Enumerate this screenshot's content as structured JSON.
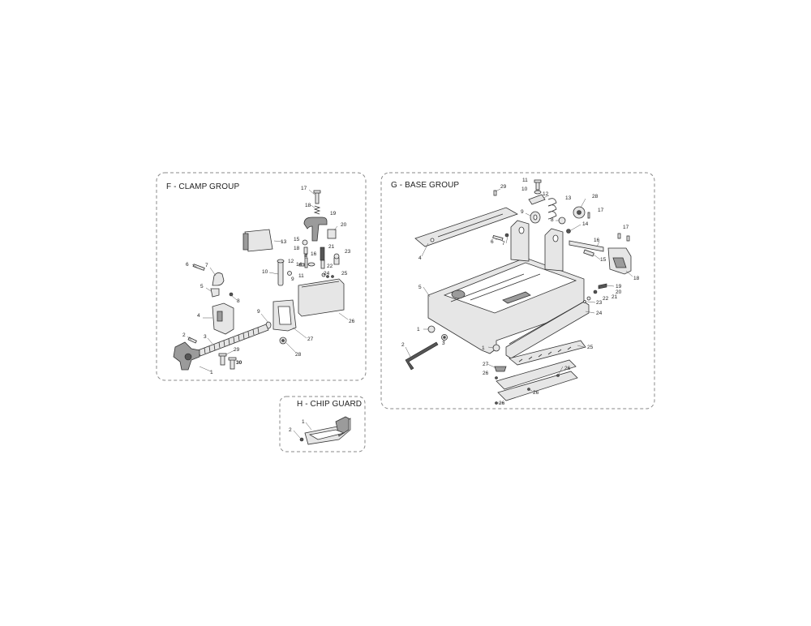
{
  "groups": {
    "f": {
      "title": "F - CLAMP GROUP",
      "parts": [
        "17",
        "18",
        "19",
        "20",
        "13",
        "15",
        "18",
        "16",
        "21",
        "23",
        "12",
        "14",
        "11",
        "22",
        "24",
        "25",
        "6",
        "7",
        "10",
        "9",
        "5",
        "8",
        "4",
        "9",
        "26",
        "27",
        "2",
        "3",
        "29",
        "28",
        "1",
        "30"
      ]
    },
    "g": {
      "title": "G - BASE GROUP",
      "parts": [
        "11",
        "10",
        "29",
        "12",
        "13",
        "28",
        "9",
        "8",
        "17",
        "14",
        "7",
        "17",
        "16",
        "4",
        "6",
        "15",
        "18",
        "5",
        "19",
        "20",
        "21",
        "22",
        "23",
        "24",
        "1",
        "3",
        "2",
        "1",
        "25",
        "27",
        "26",
        "26",
        "26",
        "26"
      ]
    },
    "h": {
      "title": "H - CHIP GUARD",
      "parts": [
        "1",
        "2"
      ]
    }
  }
}
